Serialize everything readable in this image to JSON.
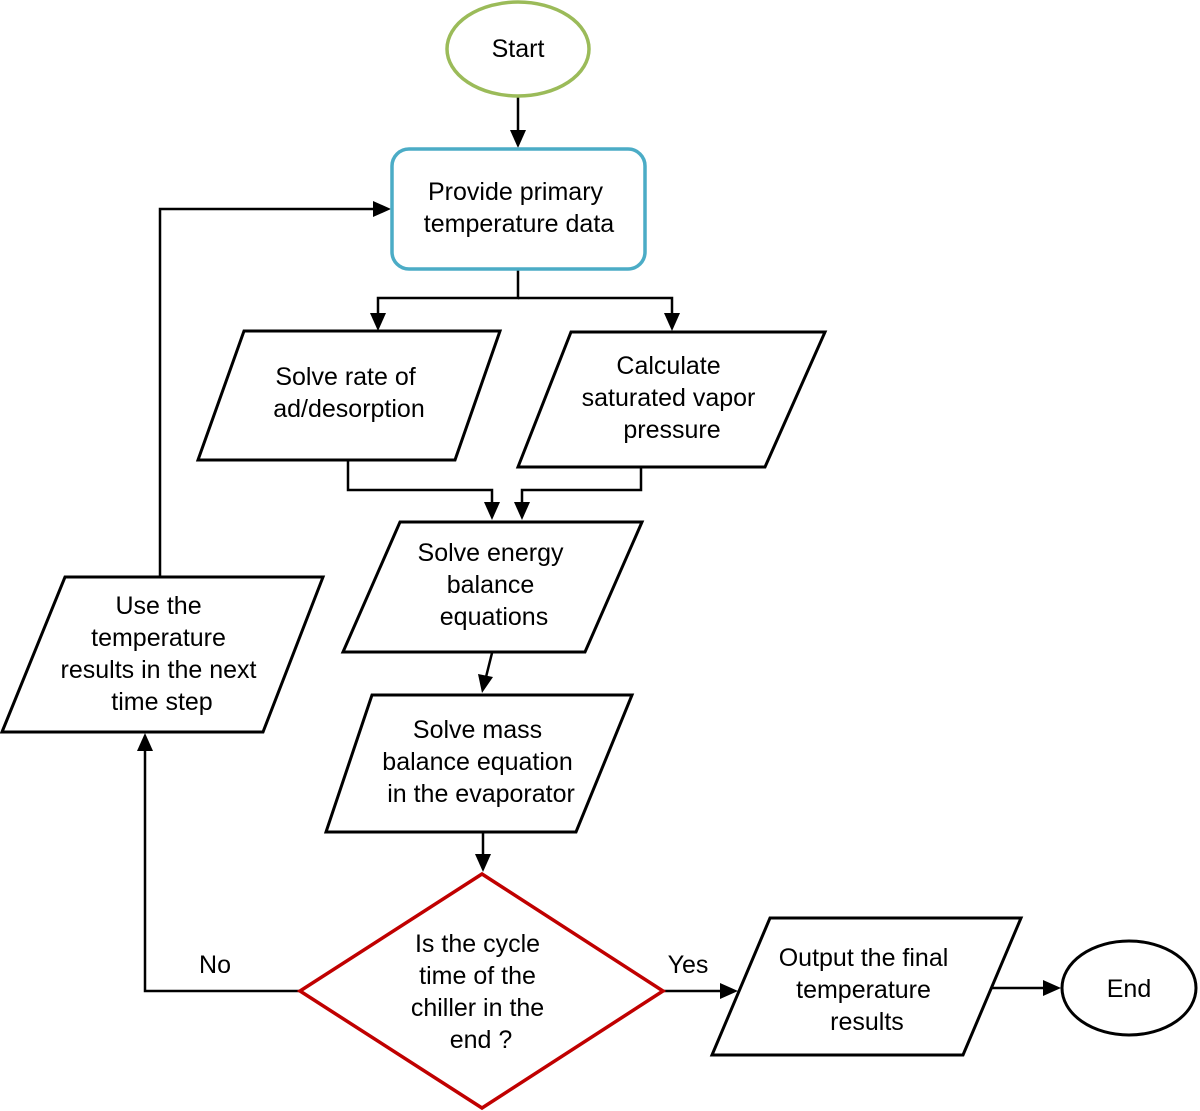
{
  "colors": {
    "start_border": "#9bbb59",
    "process_border": "#4bacc6",
    "decision_border": "#c00000",
    "default_border": "#000000",
    "text": "#000000",
    "background": "#ffffff"
  },
  "nodes": {
    "start": {
      "lines": [
        "Start"
      ]
    },
    "provide": {
      "lines": [
        "Provide primary",
        "temperature data"
      ]
    },
    "solve_rate": {
      "lines": [
        "Solve rate of",
        "ad/desorption"
      ]
    },
    "calc_vapor": {
      "lines": [
        "Calculate",
        "saturated vapor",
        "pressure"
      ]
    },
    "energy": {
      "lines": [
        "Solve energy",
        "balance",
        "equations"
      ]
    },
    "mass": {
      "lines": [
        "Solve mass",
        "balance equation",
        "in the evaporator"
      ]
    },
    "decision": {
      "lines": [
        "Is the cycle",
        "time of the",
        "chiller in the",
        "end ?"
      ]
    },
    "use_temp": {
      "lines": [
        "Use the",
        "temperature",
        "results in the next",
        "time step"
      ]
    },
    "output": {
      "lines": [
        "Output the final",
        "temperature",
        "results"
      ]
    },
    "end": {
      "lines": [
        "End"
      ]
    }
  },
  "edge_labels": {
    "no": "No",
    "yes": "Yes"
  }
}
